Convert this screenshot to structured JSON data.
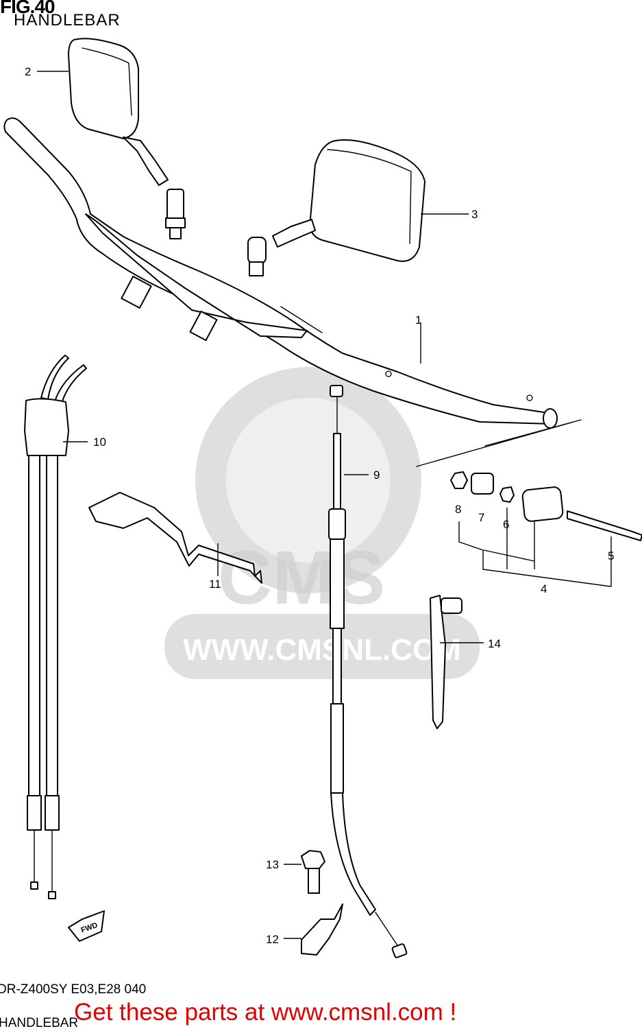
{
  "header": {
    "fig_title": "FIG.40",
    "subtitle": "HANDLEBAR"
  },
  "watermark": {
    "brand": "CMS",
    "url": "WWW.CMSNL.COM"
  },
  "arrow": {
    "label": "FWD"
  },
  "callouts": [
    {
      "id": "1",
      "label": "1"
    },
    {
      "id": "2",
      "label": "2"
    },
    {
      "id": "3",
      "label": "3"
    },
    {
      "id": "4",
      "label": "4"
    },
    {
      "id": "5",
      "label": "5"
    },
    {
      "id": "6",
      "label": "6"
    },
    {
      "id": "7",
      "label": "7"
    },
    {
      "id": "8",
      "label": "8"
    },
    {
      "id": "9",
      "label": "9"
    },
    {
      "id": "10",
      "label": "10"
    },
    {
      "id": "11",
      "label": "11"
    },
    {
      "id": "12",
      "label": "12"
    },
    {
      "id": "13",
      "label": "13"
    },
    {
      "id": "14",
      "label": "14"
    }
  ],
  "footer": {
    "model_code": "DR-Z400SY E03,E28  040",
    "subtitle": "HANDLEBAR",
    "cta": "Get these parts at www.cmsnl.com !"
  },
  "colors": {
    "line": "#000000",
    "watermark": "#d9d9d9",
    "cta": "#e00000"
  }
}
